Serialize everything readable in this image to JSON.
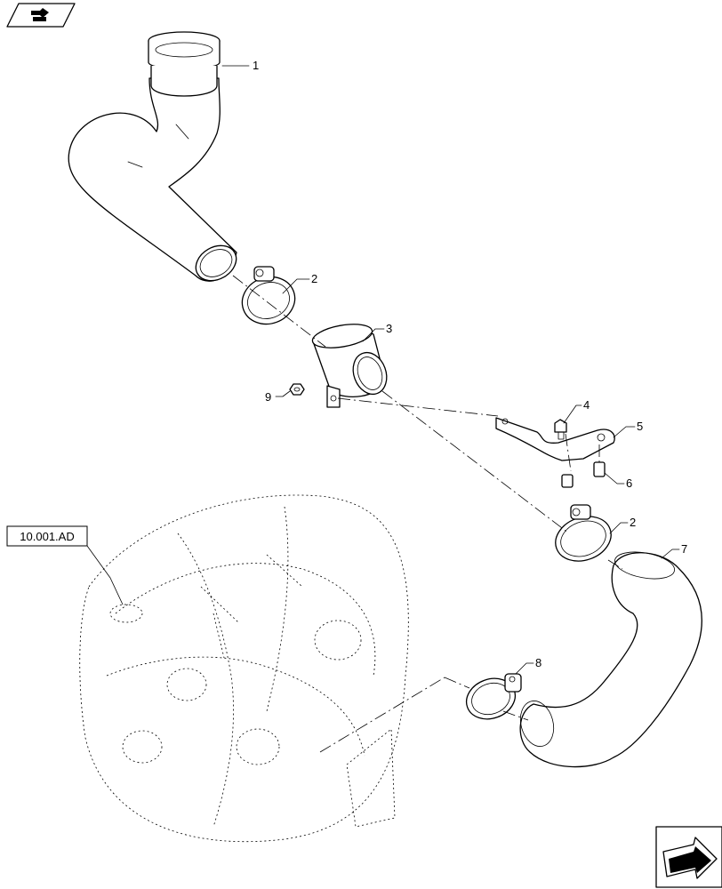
{
  "reference_box": {
    "label": "10.001.AD"
  },
  "callouts": [
    {
      "id": "c1",
      "label": "1"
    },
    {
      "id": "c2a",
      "label": "2"
    },
    {
      "id": "c3",
      "label": "3"
    },
    {
      "id": "c9",
      "label": "9"
    },
    {
      "id": "c4",
      "label": "4"
    },
    {
      "id": "c5",
      "label": "5"
    },
    {
      "id": "c6",
      "label": "6"
    },
    {
      "id": "c2b",
      "label": "2"
    },
    {
      "id": "c7",
      "label": "7"
    },
    {
      "id": "c8",
      "label": "8"
    }
  ],
  "icons": {
    "top_left": "book-hand-icon",
    "bottom_right": "next-page-arrow-icon"
  }
}
